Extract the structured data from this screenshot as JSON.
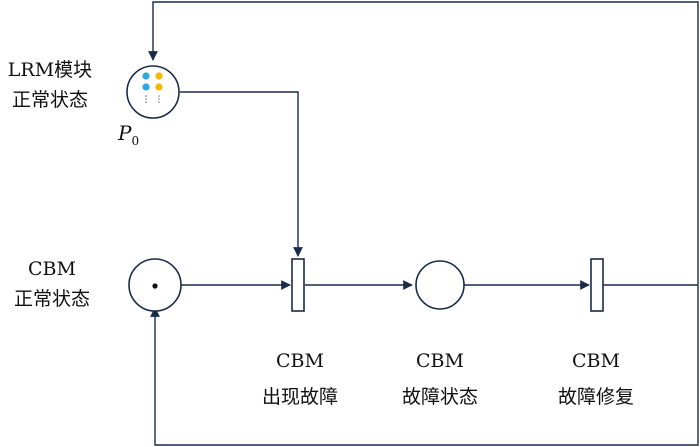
{
  "labels": {
    "p0_line1": "LRM模块",
    "p0_line2": "正常状态",
    "p0_name": "P",
    "p0_sub": "0",
    "cbm_line1": "CBM",
    "cbm_line2": "正常状态",
    "t1_line1": "CBM",
    "t1_line2": "出现故障",
    "p2_line1": "CBM",
    "p2_line2": "故障状态",
    "t2_line1": "CBM",
    "t2_line2": "故障修复"
  },
  "colors": {
    "stroke": "#1a2a4a",
    "token_blue": "#2aa8e0",
    "token_yellow": "#f5b800",
    "place_fill": "#ffffff",
    "dark_token": "#111111"
  }
}
